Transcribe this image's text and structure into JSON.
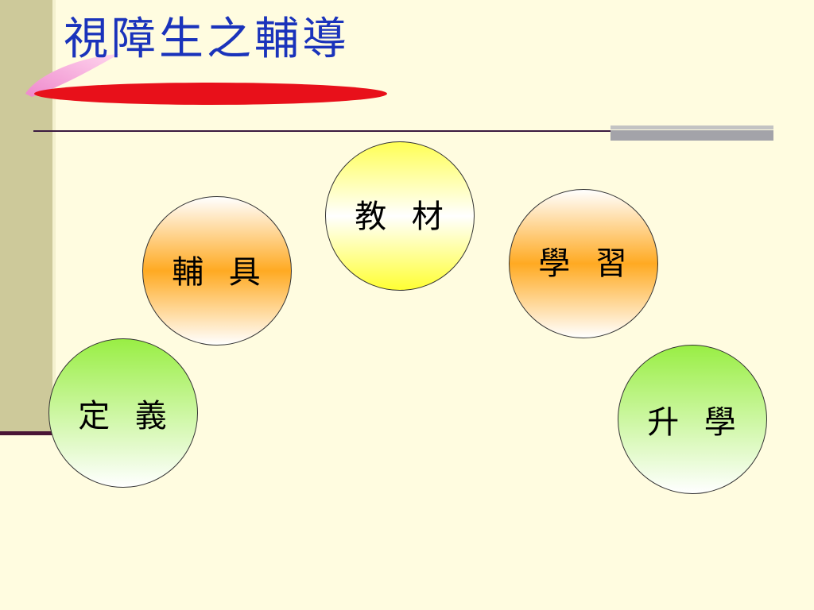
{
  "title": "視障生之輔導",
  "colors": {
    "background": "#fffce0",
    "left_band": "#cdc99a",
    "title_text": "#1a33bb",
    "swoosh_red": "#e8101a",
    "swoosh_pink": "#ee88cc",
    "rule": "#3b1a40",
    "yellow_gradient": [
      "#ffffff",
      "#ffff33"
    ],
    "orange_gradient": [
      "#ffffff",
      "#ffaa22"
    ],
    "green_gradient": [
      "#99ee44",
      "#ffffff"
    ]
  },
  "nodes": [
    {
      "id": "jiaocai",
      "label": "教  材",
      "fill": "yellow"
    },
    {
      "id": "fuju",
      "label": "輔  具",
      "fill": "orange"
    },
    {
      "id": "xuexi",
      "label": "學  習",
      "fill": "orange"
    },
    {
      "id": "dingyi",
      "label": "定  義",
      "fill": "green"
    },
    {
      "id": "shengxue",
      "label": "升  學",
      "fill": "green"
    }
  ]
}
